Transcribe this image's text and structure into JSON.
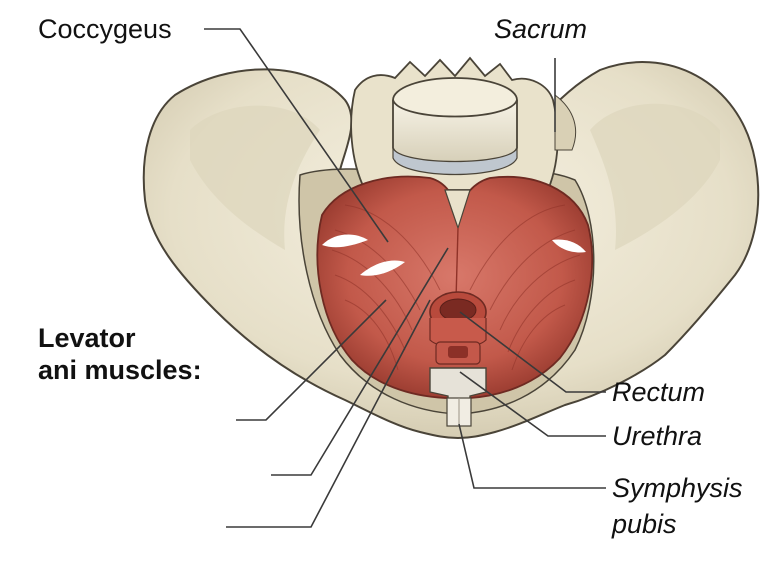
{
  "labels": {
    "coccygeus": "Coccygeus",
    "sacrum": "Sacrum",
    "levator_line1": "Levator",
    "levator_line2": "ani muscles:",
    "rectum": "Rectum",
    "urethra": "Urethra",
    "symphysis_line1": "Symphysis",
    "symphysis_line2": "pubis"
  },
  "colors": {
    "bone": "#ece6d2",
    "bone_shadow": "#c9c0a5",
    "bone_outline": "#4a4438",
    "muscle": "#c2594a",
    "muscle_dark": "#8f3228",
    "muscle_light": "#df8f7f",
    "leader_line": "#3a3a3a"
  }
}
